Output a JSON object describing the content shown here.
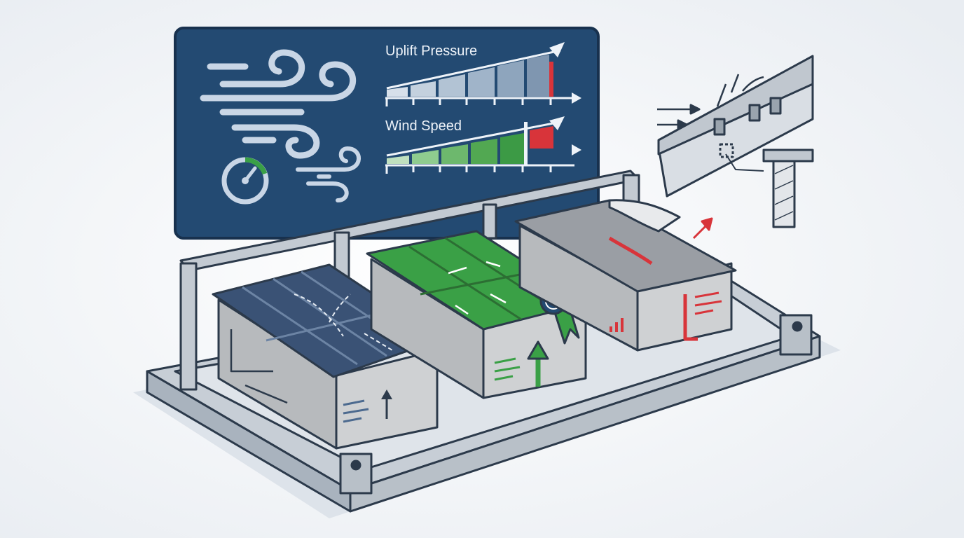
{
  "panel": {
    "uplift_label": "Uplift Pressure",
    "wind_label": "Wind Speed"
  },
  "gauges": {
    "uplift_level": 0.92,
    "wind_level": 0.78,
    "dial_level": 0.3
  },
  "colors": {
    "panel_bg": "#234a72",
    "panel_border": "#18314e",
    "wind_lines": "#c9d6e6",
    "uplift_bars": "#9fb3c9",
    "wind_bars": "#3c9a45",
    "alert_red": "#d8343a",
    "pass_green": "#3aa046",
    "roof_blue": "#3a5275",
    "roof_gray": "#9a9ea4",
    "concrete": "#c9cbcd",
    "frame": "#b8c0c8",
    "outline": "#2c3a4b"
  },
  "icons": [
    "wind-gust-icon",
    "gauge-icon",
    "ribbon-badge-icon",
    "uplift-arrow-icon",
    "document-lines-icon"
  ]
}
